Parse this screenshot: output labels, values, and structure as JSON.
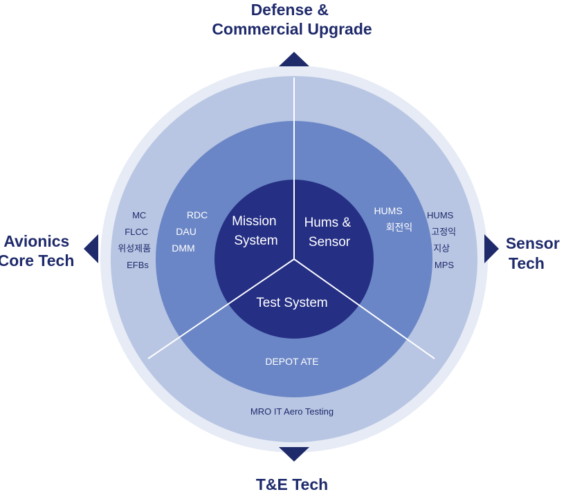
{
  "outer_labels": {
    "top": [
      "Defense &",
      "Commercial Upgrade"
    ],
    "left": [
      "Avionics",
      "Core Tech"
    ],
    "right": [
      "Sensor",
      "Tech"
    ],
    "bottom": [
      "T&E Tech"
    ]
  },
  "core": {
    "mission": [
      "Mission",
      "System"
    ],
    "hums": [
      "Hums &",
      "Sensor"
    ],
    "test": [
      "Test System"
    ]
  },
  "middle_ring": {
    "left": [
      "RDC",
      "DAU",
      "DMM"
    ],
    "right": [
      "HUMS",
      "회전익"
    ],
    "bottom": "DEPOT ATE"
  },
  "outer_ring": {
    "left": [
      "MC",
      "FLCC",
      "위성제품",
      "EFBs"
    ],
    "right": [
      "HUMS",
      "고정익",
      "지상",
      "MPS"
    ],
    "bottom": "MRO IT Aero Testing"
  },
  "colors": {
    "halo": "#e6ebf5",
    "outer_ring": "#b8c6e3",
    "middle_ring": "#6a86c6",
    "core": "#252f84",
    "arrow": "#1f2a6b",
    "label": "#1f2a6b"
  }
}
